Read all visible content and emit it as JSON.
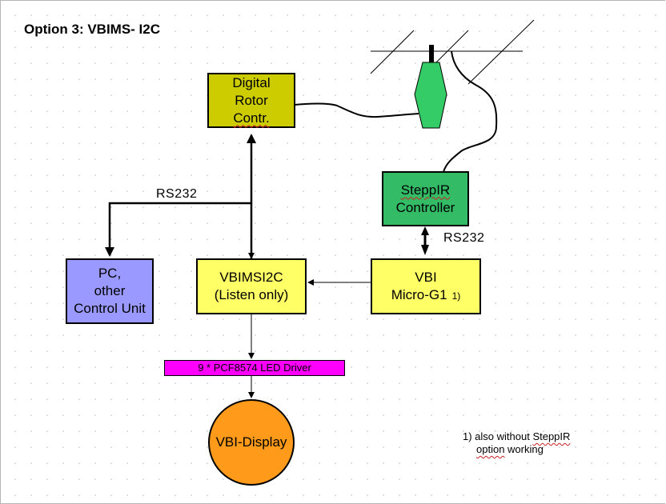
{
  "title": "Option 3: VBIMS- I2C",
  "colors": {
    "rotor": "#cccc00",
    "antenna": "#33cc66",
    "steppir": "#33bb66",
    "pc": "#9999ff",
    "vbimsi2c": "#ffff66",
    "vbi": "#ffff66",
    "driver": "#ff00ff",
    "display": "#ff9a1a",
    "line": "#000000"
  },
  "nodes": {
    "rotor": {
      "lines": [
        "Digital",
        "Rotor",
        "Contr."
      ]
    },
    "steppir": {
      "lines": [
        "SteppIR",
        "Controller"
      ]
    },
    "pc": {
      "lines": [
        "PC,",
        "other",
        "Control Unit"
      ]
    },
    "vbimsi2c": {
      "lines": [
        "VBIMSI2C",
        "(Listen only)"
      ]
    },
    "vbi": {
      "lines": [
        "VBI",
        "Micro-G1"
      ],
      "footnote_ref": "1)"
    },
    "driver": {
      "label": "9 * PCF8574 LED Driver"
    },
    "display": {
      "label": "VBI-Display"
    }
  },
  "edge_labels": {
    "rs232_left": "RS232",
    "rs232_right": "RS232"
  },
  "footnote": {
    "line1_prefix": "1) also without ",
    "line1_word": "SteppIR",
    "line2_word": "option",
    "line2_suffix": " working"
  }
}
